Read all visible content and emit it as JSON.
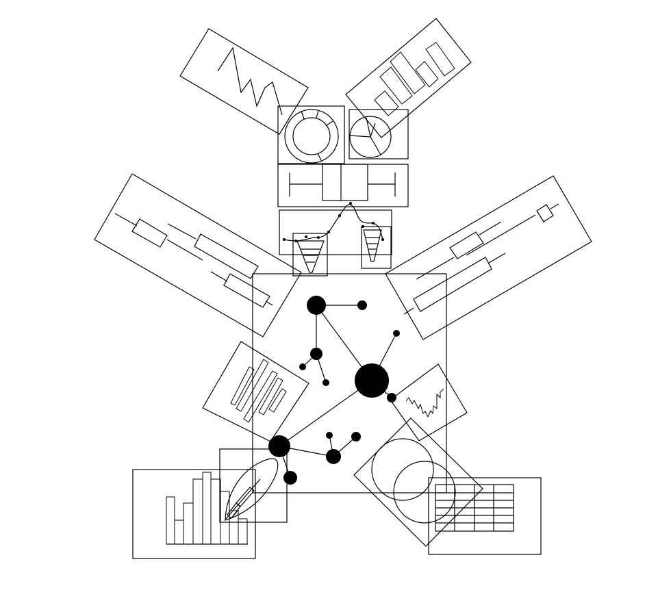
{
  "figure": {
    "kind": "schematic line-art composition of rotated chart thumbnails arranged around a central network graph",
    "colors": {
      "stroke": "#000000",
      "background": "#ffffff"
    }
  },
  "panels": [
    {
      "name": "zigzag-line-thumbnail",
      "icon": "line-chart-icon"
    },
    {
      "name": "bar-chart-thumbnail-top-right",
      "icon": "bar-chart-icon"
    },
    {
      "name": "donut-chart-thumbnail",
      "icon": "donut-chart-icon"
    },
    {
      "name": "pie-chart-thumbnail",
      "icon": "pie-chart-icon"
    },
    {
      "name": "box-plot-thumbnail",
      "icon": "box-plot-icon"
    },
    {
      "name": "funnel-spline-thumbnail",
      "icon": "funnel-chart-icon"
    },
    {
      "name": "horizontal-box-plot-left",
      "icon": "box-plot-icon"
    },
    {
      "name": "horizontal-box-plot-right",
      "icon": "box-plot-icon"
    },
    {
      "name": "network-graph-center",
      "icon": "network-icon"
    },
    {
      "name": "diagonal-bar-thumbnail",
      "icon": "bar-chart-icon"
    },
    {
      "name": "step-line-thumbnail",
      "icon": "step-line-icon"
    },
    {
      "name": "venn-diagram-thumbnail",
      "icon": "venn-icon"
    },
    {
      "name": "histogram-thumbnail",
      "icon": "histogram-icon"
    },
    {
      "name": "pen-leaf-thumbnail",
      "icon": "pen-icon"
    },
    {
      "name": "table-grid-thumbnail",
      "icon": "table-icon"
    }
  ]
}
